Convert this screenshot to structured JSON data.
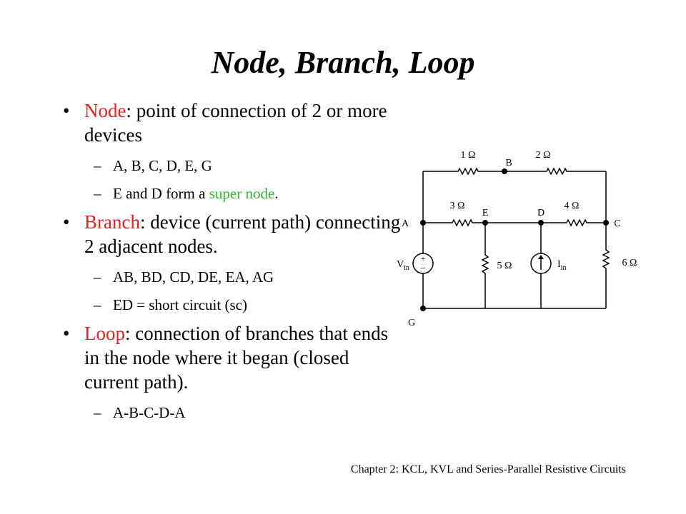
{
  "title": "Node, Branch, Loop",
  "colors": {
    "keyword": "#e8201e",
    "highlight": "#2db82d",
    "text": "#000000"
  },
  "bullets": [
    {
      "keyword": "Node",
      "rest": ": point of connection of 2 or more devices",
      "subs": [
        {
          "text": "A, B, C, D, E, G"
        },
        {
          "before": "E and D form a ",
          "highlight": "super node",
          "after": "."
        }
      ]
    },
    {
      "keyword": "Branch",
      "rest": ": device (current path) connecting 2 adjacent nodes.",
      "subs": [
        {
          "text": "AB, BD, CD, DE, EA, AG"
        },
        {
          "text": "ED = short circuit (sc)"
        }
      ]
    },
    {
      "keyword": "Loop",
      "rest": ": connection of branches that ends in the node where it began (closed current path).",
      "subs": [
        {
          "text": "A-B-C-D-A"
        }
      ]
    }
  ],
  "bullet_symbol": "•",
  "dash_symbol": "–",
  "circuit": {
    "nodes": {
      "A": "A",
      "B": "B",
      "C": "C",
      "D": "D",
      "E": "E",
      "G": "G"
    },
    "resistors": {
      "r1": "1 Ω",
      "r2": "2 Ω",
      "r3": "3 Ω",
      "r4": "4 Ω",
      "r5": "5 Ω",
      "r6": "6 Ω"
    },
    "vin": {
      "main": "V",
      "sub": "in",
      "plus": "+",
      "minus": "−"
    },
    "iin": {
      "main": "I",
      "sub": "in"
    }
  },
  "footer": "Chapter 2: KCL, KVL and Series-Parallel Resistive Circuits"
}
